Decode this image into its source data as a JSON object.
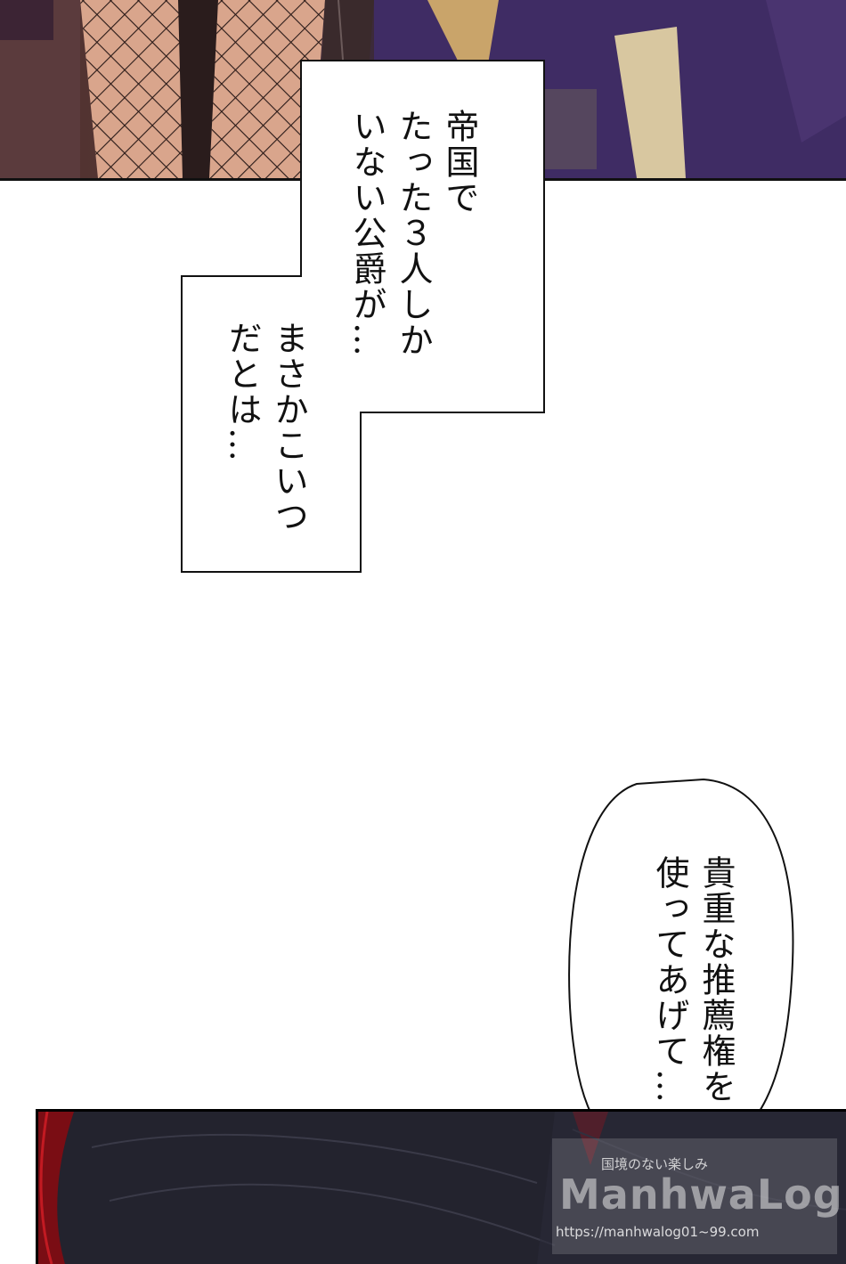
{
  "top_caption": {
    "lines": [
      "帝国で",
      "たった３人しか",
      "いない公爵が…"
    ]
  },
  "bottom_caption": {
    "lines": [
      "まさかこいつ",
      "だとは…"
    ]
  },
  "speech_bubble": {
    "lines": [
      "貴重な推薦権を",
      "使ってあげて…"
    ]
  },
  "watermark": {
    "tagline": "国境のない楽しみ",
    "brand": "ManhwaLog",
    "url": "https://manhwalog01~99.com"
  }
}
